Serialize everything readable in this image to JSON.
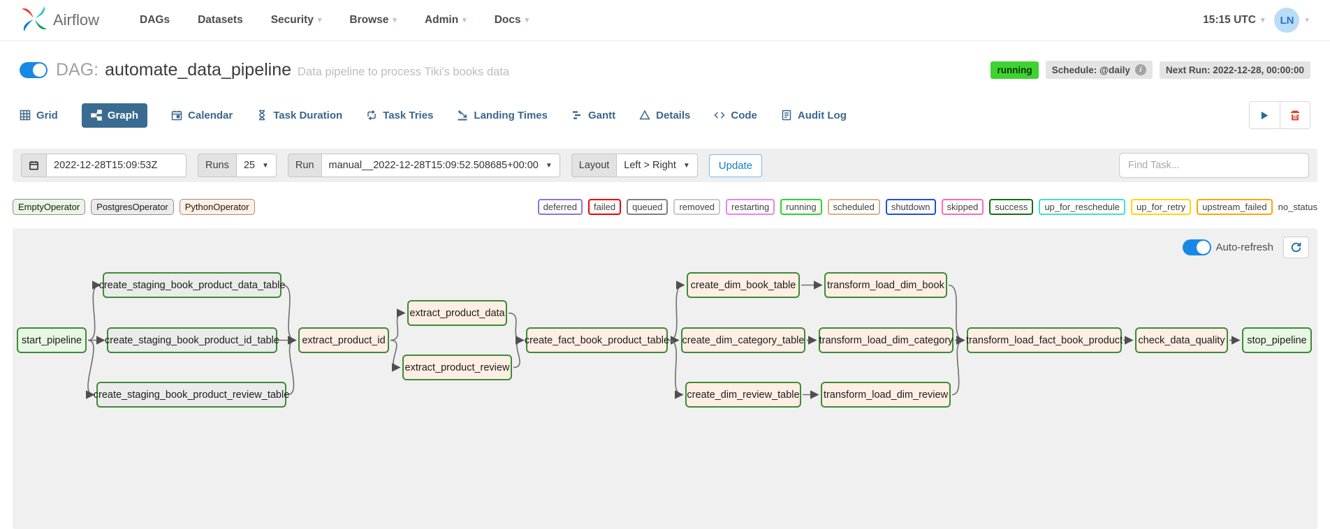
{
  "navbar": {
    "brand": "Airflow",
    "items": [
      {
        "label": "DAGs",
        "caret": false
      },
      {
        "label": "Datasets",
        "caret": false
      },
      {
        "label": "Security",
        "caret": true
      },
      {
        "label": "Browse",
        "caret": true
      },
      {
        "label": "Admin",
        "caret": true
      },
      {
        "label": "Docs",
        "caret": true
      }
    ],
    "clock": "15:15 UTC",
    "avatar_initials": "LN"
  },
  "dag_header": {
    "prefix": "DAG:",
    "title": "automate_data_pipeline",
    "subtitle": "Data pipeline to process Tiki's books data",
    "state_badge": "running",
    "schedule_badge": "Schedule: @daily",
    "info_glyph": "i",
    "next_run_badge": "Next Run: 2022-12-28, 00:00:00"
  },
  "tabs": [
    {
      "label": "Grid",
      "icon": "grid-icon",
      "active": false
    },
    {
      "label": "Graph",
      "icon": "graph-icon",
      "active": true
    },
    {
      "label": "Calendar",
      "icon": "calendar-icon",
      "active": false
    },
    {
      "label": "Task Duration",
      "icon": "hourglass-icon",
      "active": false
    },
    {
      "label": "Task Tries",
      "icon": "retry-icon",
      "active": false
    },
    {
      "label": "Landing Times",
      "icon": "landing-icon",
      "active": false
    },
    {
      "label": "Gantt",
      "icon": "gantt-icon",
      "active": false
    },
    {
      "label": "Details",
      "icon": "details-icon",
      "active": false
    },
    {
      "label": "Code",
      "icon": "code-icon",
      "active": false
    },
    {
      "label": "Audit Log",
      "icon": "audit-log-icon",
      "active": false
    }
  ],
  "filter_bar": {
    "date_value": "2022-12-28T15:09:53Z",
    "runs_label": "Runs",
    "runs_value": "25",
    "run_label": "Run",
    "run_value": "manual__2022-12-28T15:09:52.508685+00:00",
    "layout_label": "Layout",
    "layout_value": "Left > Right",
    "update_label": "Update",
    "find_task_placeholder": "Find Task..."
  },
  "legend": {
    "operators": [
      {
        "label": "EmptyOperator",
        "color": "#e8f7e4"
      },
      {
        "label": "PostgresOperator",
        "color": "#ebebeb"
      },
      {
        "label": "PythonOperator",
        "color": "#ffefe2"
      }
    ],
    "states": [
      {
        "label": "deferred",
        "color": "#9370db"
      },
      {
        "label": "failed",
        "color": "#f00000"
      },
      {
        "label": "queued",
        "color": "#808080"
      },
      {
        "label": "removed",
        "color": "#c9c9c9"
      },
      {
        "label": "restarting",
        "color": "#ee82ee"
      },
      {
        "label": "running",
        "color": "#2ad42a"
      },
      {
        "label": "scheduled",
        "color": "#d2b48c"
      },
      {
        "label": "shutdown",
        "color": "#1e4fe0"
      },
      {
        "label": "skipped",
        "color": "#ff69b4"
      },
      {
        "label": "success",
        "color": "#0f7017"
      },
      {
        "label": "up_for_reschedule",
        "color": "#40e0d0"
      },
      {
        "label": "up_for_retry",
        "color": "#ffd700"
      },
      {
        "label": "upstream_failed",
        "color": "#ffa500"
      },
      {
        "label": "no_status",
        "color": null
      }
    ]
  },
  "graph": {
    "auto_refresh_label": "Auto-refresh",
    "node_border_color": "#3d8b37",
    "operator_fills": {
      "empty": "#e8f7e4",
      "postgres": "#ebebeb",
      "python": "#feeee3"
    },
    "nodes": [
      {
        "id": "start_pipeline",
        "label": "start_pipeline",
        "operator": "empty",
        "state": "success"
      },
      {
        "id": "create_staging_book_product_data_table",
        "label": "create_staging_book_product_data_table",
        "operator": "postgres",
        "state": "success"
      },
      {
        "id": "create_staging_book_product_id_table",
        "label": "create_staging_book_product_id_table",
        "operator": "postgres",
        "state": "success"
      },
      {
        "id": "create_staging_book_product_review_table",
        "label": "create_staging_book_product_review_table",
        "operator": "postgres",
        "state": "success"
      },
      {
        "id": "extract_product_id",
        "label": "extract_product_id",
        "operator": "python",
        "state": "success"
      },
      {
        "id": "extract_product_data",
        "label": "extract_product_data",
        "operator": "python",
        "state": "success"
      },
      {
        "id": "extract_product_review",
        "label": "extract_product_review",
        "operator": "python",
        "state": "success"
      },
      {
        "id": "create_fact_book_product_table",
        "label": "create_fact_book_product_table",
        "operator": "python",
        "state": "success"
      },
      {
        "id": "create_dim_book_table",
        "label": "create_dim_book_table",
        "operator": "python",
        "state": "success"
      },
      {
        "id": "transform_load_dim_book",
        "label": "transform_load_dim_book",
        "operator": "python",
        "state": "success"
      },
      {
        "id": "create_dim_category_table",
        "label": "create_dim_category_table",
        "operator": "python",
        "state": "success"
      },
      {
        "id": "transform_load_dim_category",
        "label": "transform_load_dim_category",
        "operator": "python",
        "state": "success"
      },
      {
        "id": "create_dim_review_table",
        "label": "create_dim_review_table",
        "operator": "python",
        "state": "success"
      },
      {
        "id": "transform_load_dim_review",
        "label": "transform_load_dim_review",
        "operator": "python",
        "state": "success"
      },
      {
        "id": "transform_load_fact_book_product",
        "label": "transform_load_fact_book_product",
        "operator": "python",
        "state": "success"
      },
      {
        "id": "check_data_quality",
        "label": "check_data_quality",
        "operator": "python",
        "state": "success"
      },
      {
        "id": "stop_pipeline",
        "label": "stop_pipeline",
        "operator": "empty",
        "state": "success"
      }
    ],
    "edges": [
      [
        "start_pipeline",
        "create_staging_book_product_data_table"
      ],
      [
        "start_pipeline",
        "create_staging_book_product_id_table"
      ],
      [
        "start_pipeline",
        "create_staging_book_product_review_table"
      ],
      [
        "create_staging_book_product_data_table",
        "extract_product_id"
      ],
      [
        "create_staging_book_product_id_table",
        "extract_product_id"
      ],
      [
        "create_staging_book_product_review_table",
        "extract_product_id"
      ],
      [
        "extract_product_id",
        "extract_product_data"
      ],
      [
        "extract_product_id",
        "extract_product_review"
      ],
      [
        "extract_product_data",
        "create_fact_book_product_table"
      ],
      [
        "extract_product_review",
        "create_fact_book_product_table"
      ],
      [
        "create_fact_book_product_table",
        "create_dim_book_table"
      ],
      [
        "create_fact_book_product_table",
        "create_dim_category_table"
      ],
      [
        "create_fact_book_product_table",
        "create_dim_review_table"
      ],
      [
        "create_dim_book_table",
        "transform_load_dim_book"
      ],
      [
        "create_dim_category_table",
        "transform_load_dim_category"
      ],
      [
        "create_dim_review_table",
        "transform_load_dim_review"
      ],
      [
        "transform_load_dim_book",
        "transform_load_fact_book_product"
      ],
      [
        "transform_load_dim_category",
        "transform_load_fact_book_product"
      ],
      [
        "transform_load_dim_review",
        "transform_load_fact_book_product"
      ],
      [
        "transform_load_fact_book_product",
        "check_data_quality"
      ],
      [
        "check_data_quality",
        "stop_pipeline"
      ]
    ]
  },
  "colors": {
    "accent_blue": "#1788e5",
    "running_badge_bg": "#3ed32e",
    "tab_active_bg": "#3a6b91",
    "panel_bg": "#f0f0f0",
    "edge_color": "#6f6f6f"
  }
}
